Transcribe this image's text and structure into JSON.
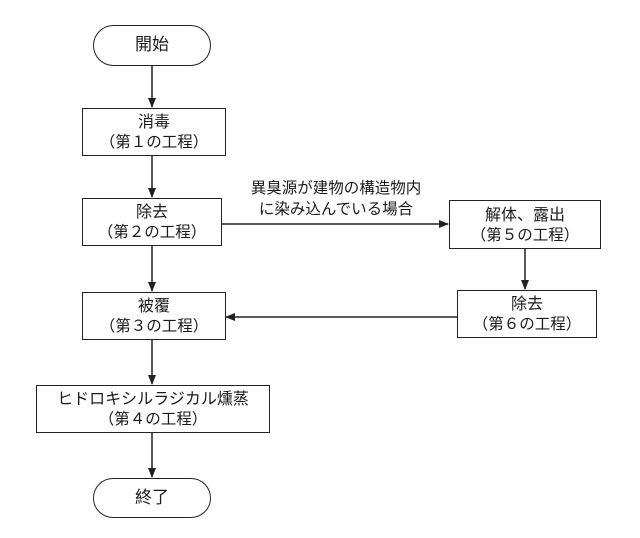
{
  "start": "開始",
  "end": "終了",
  "steps": [
    {
      "title": "消毒",
      "step": "（第１の工程）"
    },
    {
      "title": "除去",
      "step": "（第２の工程）"
    },
    {
      "title": "被覆",
      "step": "（第３の工程）"
    },
    {
      "title": "ヒドロキシルラジカル燻蒸",
      "step": "（第４の工程）"
    },
    {
      "title": "解体、露出",
      "step": "（第５の工程）"
    },
    {
      "title": "除去",
      "step": "（第６の工程）"
    }
  ],
  "condition": {
    "line1": "異臭源が建物の構造物内",
    "line2": "に染み込んでいる場合"
  }
}
